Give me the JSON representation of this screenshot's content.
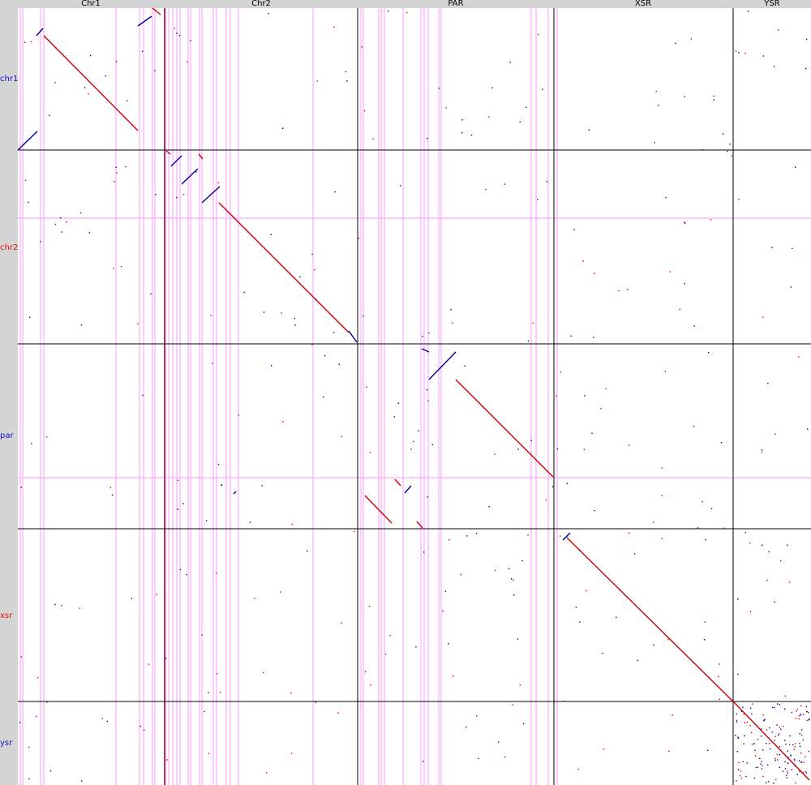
{
  "plot": {
    "columns": [
      {
        "label": "Chr1"
      },
      {
        "label": "Chr2"
      },
      {
        "label": "PAR"
      },
      {
        "label": "XSR"
      },
      {
        "label": "YSR"
      }
    ],
    "rows": [
      {
        "label": "chr1",
        "color": "#1010cc"
      },
      {
        "label": "chr2",
        "color": "#e01010"
      },
      {
        "label": "par",
        "color": "#1010cc"
      },
      {
        "label": "xsr",
        "color": "#e01010"
      },
      {
        "label": "ysr",
        "color": "#1010cc"
      }
    ],
    "colors": {
      "forward": "#cc0000",
      "reverse": "#000099",
      "boundary": "#000000",
      "guide": "#ff99ff"
    }
  }
}
